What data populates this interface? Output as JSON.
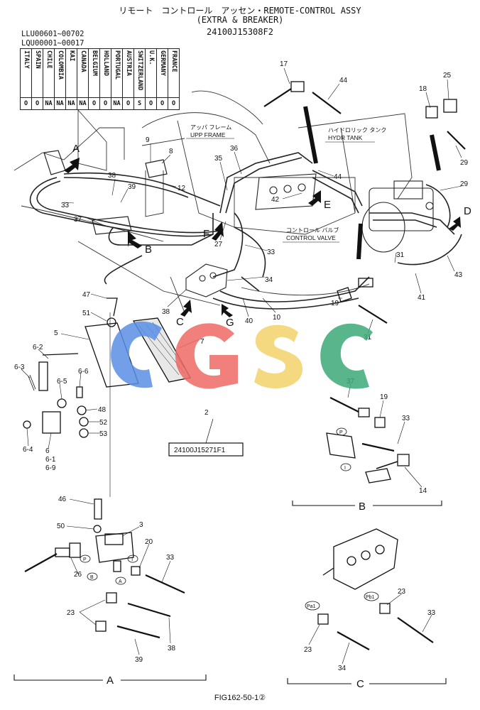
{
  "title": {
    "line1": "リモート　コントロール　アッセン・REMOTE-CONTROL ASSY",
    "line2": "(EXTRA & BREAKER)",
    "line3": "24100J15308F2"
  },
  "serials": [
    "LLU00601~00702",
    "LQU00001~00017"
  ],
  "country_table": {
    "countries": [
      "ITALY",
      "SPAIN",
      "CHILE",
      "COLOMBIA",
      "KAI",
      "CANADA",
      "BELGIUM",
      "HOLLAND",
      "PORTUGAL",
      "AUSTRIA",
      "SWITZERLAND",
      "U.K.",
      "GERMANY",
      "FRANCE"
    ],
    "codes": [
      "O",
      "O",
      "NA",
      "NA",
      "NA",
      "NA",
      "O",
      "O",
      "NA",
      "O",
      "S",
      "O",
      "O",
      "O"
    ]
  },
  "callouts": {
    "upp_frame_jp": "アッパ フレーム",
    "upp_frame_en": "UPP FRAME",
    "hydr_tank_jp": "ハイドロリック タンク",
    "hydr_tank_en": "HYDR TANK",
    "control_valve_jp": "コントロール バルブ",
    "control_valve_en": "CONTROL VALVE",
    "sub_assy_part": "24100J15271F1"
  },
  "view_letters": {
    "A": "A",
    "B": "B",
    "C": "C",
    "D": "D",
    "E": "E",
    "F": "F",
    "G": "G"
  },
  "section_labels": {
    "A": "A",
    "B": "B",
    "C": "C"
  },
  "port_labels": {
    "P": "P",
    "T": "T",
    "B": "B",
    "A": "A",
    "Pb": "P",
    "Pa1": "Pa1",
    "Pb1": "Pb1",
    "port_P": "P",
    "port_I": "I"
  },
  "parts": {
    "p17": "17",
    "p44": "44",
    "p25": "25",
    "p18": "18",
    "p29": "29",
    "p9": "9",
    "p8": "8",
    "p12": "12",
    "p36": "36",
    "p35": "35",
    "p44b": "44",
    "p42": "42",
    "p38": "38",
    "p39": "39",
    "p33": "33",
    "p37": "37",
    "p27": "27",
    "p33b": "33",
    "p34": "34",
    "p38b": "38",
    "p40": "40",
    "p10": "10",
    "p31": "31",
    "p41": "41",
    "p43": "43",
    "p29b": "29",
    "p47": "47",
    "p51": "51",
    "p5": "5",
    "p7": "7",
    "p62": "6-2",
    "p63": "6-3",
    "p66": "6-6",
    "p65": "6-5",
    "p48": "48",
    "p52": "52",
    "p53": "53",
    "p64": "6-4",
    "p6": "6",
    "p61": "6-1",
    "p69": "6-9",
    "p2": "2",
    "p46": "46",
    "p50": "50",
    "p3": "3",
    "p26": "26",
    "p20": "20",
    "p33c": "33",
    "p23": "23",
    "p38c": "38",
    "p39b": "39",
    "p19": "19",
    "p31b": "31",
    "p37b": "37",
    "p19b": "19",
    "p33d": "33",
    "p14": "14",
    "p23b": "23",
    "p33e": "33",
    "p23c": "23",
    "p34b": "34"
  },
  "watermark": {
    "text": "CGSC",
    "colors": [
      "#5b8fe6",
      "#ef6a66",
      "#f3d36a",
      "#3daa78"
    ]
  },
  "figure_number": "FIG162-50-1②"
}
